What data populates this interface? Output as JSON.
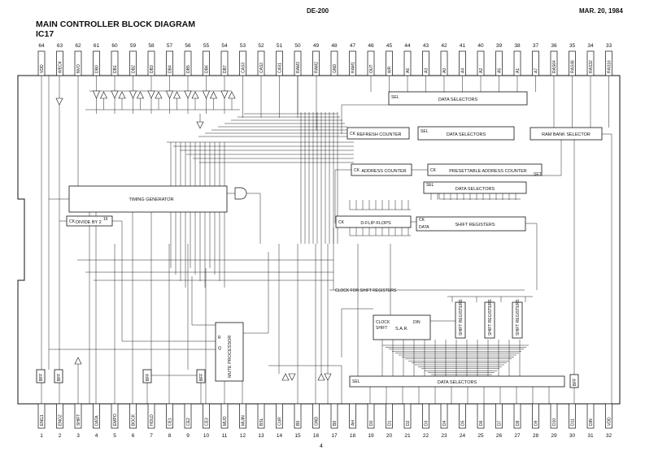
{
  "header": {
    "doc_id": "DE-200",
    "date": "MAR. 20, 1984",
    "title_line1": "MAIN CONTROLLER BLOCK DIAGRAM",
    "title_line2": "IC17",
    "page_number": "4"
  },
  "pins_top": [
    {
      "num": "64",
      "label": "VDD"
    },
    {
      "num": "63",
      "label": "WECK"
    },
    {
      "num": "62",
      "label": "NVO"
    },
    {
      "num": "61",
      "label": "DB0"
    },
    {
      "num": "60",
      "label": "DB1"
    },
    {
      "num": "59",
      "label": "DB2"
    },
    {
      "num": "58",
      "label": "DB3"
    },
    {
      "num": "57",
      "label": "DB4"
    },
    {
      "num": "56",
      "label": "DB5"
    },
    {
      "num": "55",
      "label": "DB6"
    },
    {
      "num": "54",
      "label": "DB7"
    },
    {
      "num": "53",
      "label": "CAS3"
    },
    {
      "num": "52",
      "label": "CAS2"
    },
    {
      "num": "51",
      "label": "CAS1"
    },
    {
      "num": "50",
      "label": "RAM3"
    },
    {
      "num": "49",
      "label": "RAM2"
    },
    {
      "num": "48",
      "label": "GND"
    },
    {
      "num": "47",
      "label": "RAM1"
    },
    {
      "num": "46",
      "label": "OUT"
    },
    {
      "num": "45",
      "label": "WR"
    },
    {
      "num": "44",
      "label": "A6"
    },
    {
      "num": "43",
      "label": "A3"
    },
    {
      "num": "42",
      "label": "A0"
    },
    {
      "num": "41",
      "label": "A4"
    },
    {
      "num": "40",
      "label": "A2"
    },
    {
      "num": "39",
      "label": "A5"
    },
    {
      "num": "38",
      "label": "A1"
    },
    {
      "num": "37",
      "label": "A7"
    },
    {
      "num": "36",
      "label": "RAS64"
    },
    {
      "num": "35",
      "label": "RAS48"
    },
    {
      "num": "34",
      "label": "RAS32"
    },
    {
      "num": "33",
      "label": "RAS16"
    }
  ],
  "pins_bottom": [
    {
      "num": "1",
      "label": "ENG1"
    },
    {
      "num": "2",
      "label": "ENG2"
    },
    {
      "num": "3",
      "label": "SHIFT"
    },
    {
      "num": "4",
      "label": "DATA"
    },
    {
      "num": "5",
      "label": "EMPO"
    },
    {
      "num": "6",
      "label": "BOCK"
    },
    {
      "num": "7",
      "label": "HOLD"
    },
    {
      "num": "8",
      "label": "CE1"
    },
    {
      "num": "9",
      "label": "CE2"
    },
    {
      "num": "10",
      "label": "CE3"
    },
    {
      "num": "11",
      "label": "MUO"
    },
    {
      "num": "12",
      "label": "MUIN"
    },
    {
      "num": "13",
      "label": "BSL"
    },
    {
      "num": "14",
      "label": "CUR"
    },
    {
      "num": "15",
      "label": "B9"
    },
    {
      "num": "16",
      "label": "GND"
    },
    {
      "num": "17",
      "label": "B8"
    },
    {
      "num": "18",
      "label": "AH"
    },
    {
      "num": "19",
      "label": "D0"
    },
    {
      "num": "20",
      "label": "D1"
    },
    {
      "num": "21",
      "label": "D2"
    },
    {
      "num": "22",
      "label": "D3"
    },
    {
      "num": "23",
      "label": "D4"
    },
    {
      "num": "24",
      "label": "D5"
    },
    {
      "num": "25",
      "label": "D6"
    },
    {
      "num": "26",
      "label": "D7"
    },
    {
      "num": "27",
      "label": "D8"
    },
    {
      "num": "28",
      "label": "D9"
    },
    {
      "num": "29",
      "label": "D10"
    },
    {
      "num": "30",
      "label": "D11"
    },
    {
      "num": "31",
      "label": "DIN"
    },
    {
      "num": "32",
      "label": "VDD"
    }
  ],
  "blocks": {
    "data_selectors_top": "DATA SELECTORS",
    "refresh_counter": "REFRESH COUNTER",
    "data_selectors_mid": "DATA SELECTORS",
    "ram_bank_selector": "RAM BANK SELECTOR",
    "address_counter": "ADDRESS COUNTER",
    "presettable_counter": "PRESETTABLE ADDRESS COUNTER",
    "data_selectors_lower": "DATA SELECTORS",
    "timing_generator": "TIMING GENERATOR",
    "divide_by": "DIVIDE BY 2",
    "divide_by_exp": "16",
    "d_flip_flops": "D-FLIP-FLOPS",
    "shift_registers": "SHIFT REGISTERS",
    "sar": "S.A.R.",
    "mute_processor": "MUTE PROCESSOR",
    "data_selectors_bottom": "DATA SELECTORS",
    "vert_shift_reg": "SHIFT REGISTERS"
  },
  "port_labels": {
    "sel": "SEL",
    "ck": "CK",
    "data": "DATA",
    "set": "SET",
    "clock": "CLOCK",
    "shift": "SHIFT",
    "din": "DIN",
    "q": "Q",
    "r": "R"
  },
  "buffer_label": "BFF",
  "clock_bus_label": "CLOCK FOR SHIFT REGISTERS"
}
